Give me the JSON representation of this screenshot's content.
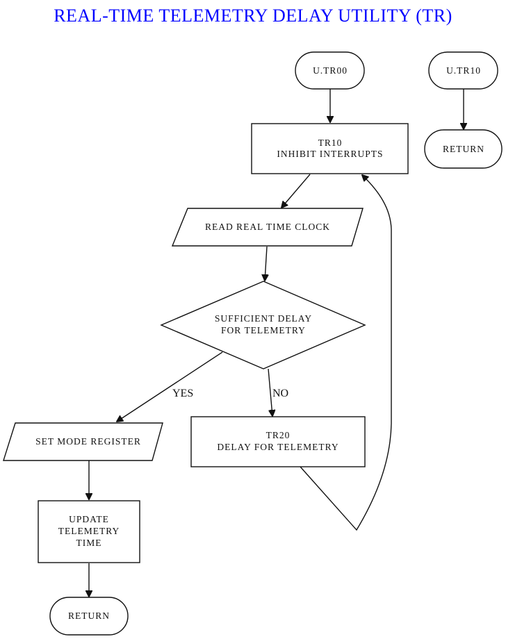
{
  "title": "REAL-TIME TELEMETRY DELAY UTILITY (TR)",
  "colors": {
    "title": "#0000ff",
    "stroke": "#111111"
  },
  "nodes": {
    "utr00": {
      "shape": "terminator",
      "lines": [
        "U.TR00"
      ]
    },
    "utr10": {
      "shape": "terminator",
      "lines": [
        "U.TR10"
      ]
    },
    "return_top": {
      "shape": "terminator",
      "lines": [
        "RETURN"
      ]
    },
    "tr10": {
      "shape": "process",
      "lines": [
        "TR10",
        "INHIBIT INTERRUPTS"
      ]
    },
    "read_clock": {
      "shape": "io",
      "lines": [
        "READ REAL TIME CLOCK"
      ]
    },
    "decision": {
      "shape": "decision",
      "lines": [
        "SUFFICIENT DELAY",
        "FOR TELEMETRY"
      ]
    },
    "set_mode": {
      "shape": "io",
      "lines": [
        "SET MODE REGISTER"
      ]
    },
    "tr20": {
      "shape": "process",
      "lines": [
        "TR20",
        "DELAY FOR TELEMETRY"
      ]
    },
    "update_time": {
      "shape": "process",
      "lines": [
        "UPDATE",
        "TELEMETRY",
        "TIME"
      ]
    },
    "return_bottom": {
      "shape": "terminator",
      "lines": [
        "RETURN"
      ]
    }
  },
  "edges": [
    {
      "from": "utr00",
      "to": "tr10",
      "label": ""
    },
    {
      "from": "utr10",
      "to": "return_top",
      "label": ""
    },
    {
      "from": "tr10",
      "to": "read_clock",
      "label": ""
    },
    {
      "from": "read_clock",
      "to": "decision",
      "label": ""
    },
    {
      "from": "decision",
      "to": "set_mode",
      "label": "YES"
    },
    {
      "from": "decision",
      "to": "tr20",
      "label": "NO"
    },
    {
      "from": "tr20",
      "to": "tr10",
      "label": ""
    },
    {
      "from": "set_mode",
      "to": "update_time",
      "label": ""
    },
    {
      "from": "update_time",
      "to": "return_bottom",
      "label": ""
    }
  ]
}
